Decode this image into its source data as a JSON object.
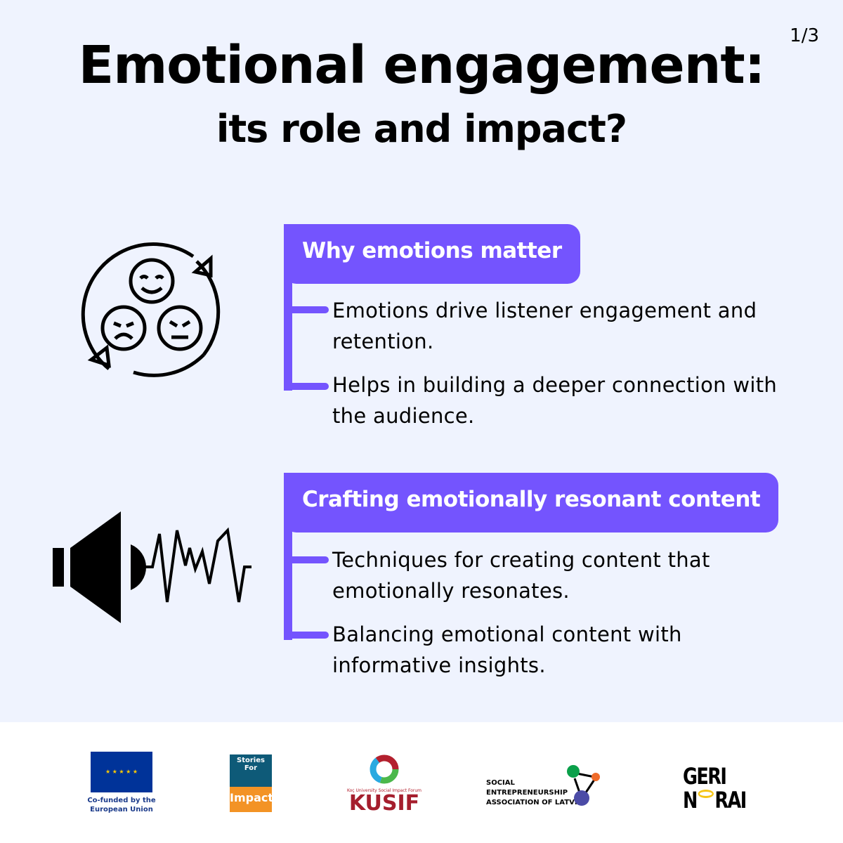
{
  "page_indicator": "1/3",
  "title": "Emotional engagement:",
  "subtitle": "its role and impact?",
  "sections": [
    {
      "heading": "Why emotions matter",
      "icon": "emotions-cycle-icon",
      "points": [
        "Emotions drive listener engagement and retention.",
        "Helps in building a deeper connection with the audience."
      ]
    },
    {
      "heading": "Crafting emotionally resonant content",
      "icon": "speaker-soundwave-icon",
      "points": [
        "Techniques for creating content that emotionally resonates.",
        "Balancing emotional content with informative insights."
      ]
    }
  ],
  "footer": {
    "eu": "Co-funded by the European Union",
    "sfi_top": "Stories For",
    "sfi_bottom": "Impact",
    "kusif_small": "Koç University Social Impact Forum",
    "kusif": "KUSIF",
    "seal": [
      "SOCIAL",
      "ENTREPRENEURSHIP",
      "ASSOCIATION OF LATVIA"
    ],
    "geri1": "GERI",
    "geri2": "N",
    "geri3": "RAI"
  },
  "colors": {
    "accent": "#7454fe",
    "background": "#eff3fe"
  }
}
